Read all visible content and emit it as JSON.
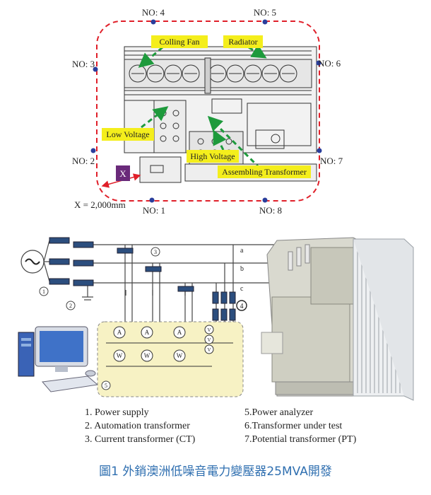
{
  "top_diagram": {
    "measure_points": [
      "NO: 1",
      "NO: 2",
      "NO: 3",
      "NO: 4",
      "NO: 5",
      "NO: 6",
      "NO: 7",
      "NO: 8"
    ],
    "callouts": {
      "cooling_fan": "Colling Fan",
      "radiator": "Radiator",
      "low_voltage": "Low Voltage",
      "high_voltage": "High Voltage",
      "assembling": "Assembling Transformer"
    },
    "x_marker": "X",
    "x_value": "X = 2,000mm",
    "colors": {
      "boundary": "#e0202a",
      "callout_bg": "#f4ee1c",
      "arrow": "#1e9a3c",
      "point": "#2a3e9c",
      "marker": "#6a2a7a"
    }
  },
  "bottom_diagram": {
    "circle_labels": [
      "1",
      "2",
      "3",
      "4",
      "5"
    ],
    "phase_labels": [
      "a",
      "b",
      "c"
    ],
    "meter_a": "A",
    "meter_w": "W",
    "meter_v": "V",
    "legend_left": [
      "1.  Power supply",
      "2.  Automation transformer",
      "3.  Current transformer (CT)"
    ],
    "legend_right": [
      "5.Power analyzer",
      "6.Transformer under test",
      "7.Potential transformer (PT)"
    ],
    "colors": {
      "analyzer_bg": "#f7f2c4",
      "wire": "#444444",
      "coil": "#2c4e7e"
    }
  },
  "caption": "圖1 外銷澳洲低噪音電力變壓器25MVA開發"
}
